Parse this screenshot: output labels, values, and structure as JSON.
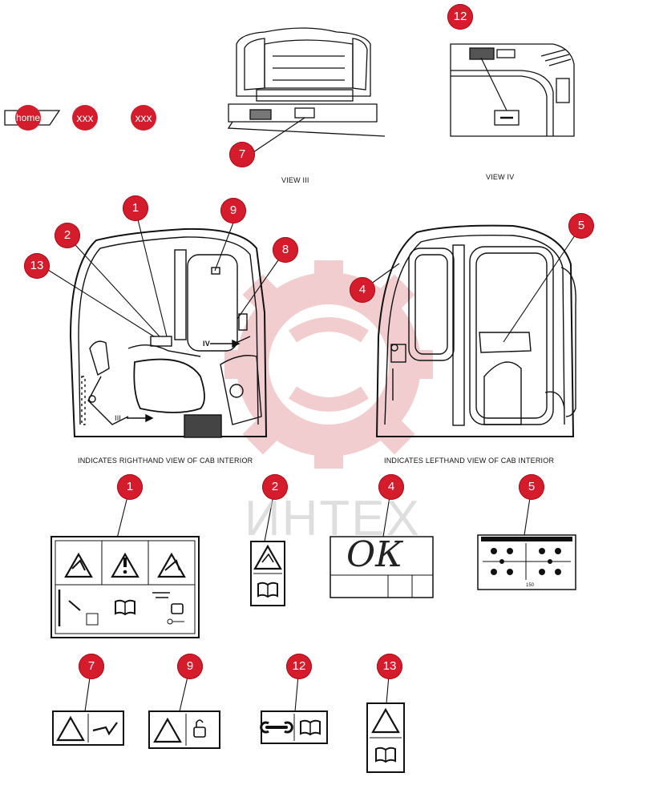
{
  "nav": {
    "home_label": "home",
    "prev_label": "xxx",
    "next_label": "xxx"
  },
  "views": {
    "view_iii_caption": "VIEW III",
    "view_iv_caption": "VIEW IV",
    "right_caption": "INDICATES RIGHTHAND VIEW OF CAB INTERIOR",
    "left_caption": "INDICATES LEFTHAND VIEW OF CAB INTERIOR",
    "marker_iii": "III",
    "marker_iv": "IV"
  },
  "callouts": {
    "c1": "1",
    "c2": "2",
    "c4": "4",
    "c5": "5",
    "c7": "7",
    "c8": "8",
    "c9": "9",
    "c12": "12",
    "c13": "13"
  },
  "decals": {
    "decal4_text": "ОК",
    "decal5_code": "150"
  },
  "watermark": "ИНТЕХ",
  "colors": {
    "callout_red": "#d41c2c",
    "watermark_red": "#e8a5a8",
    "line": "#111111"
  }
}
